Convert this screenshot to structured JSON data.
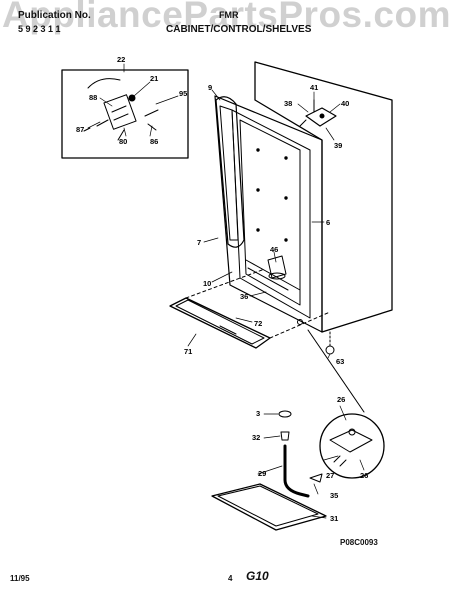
{
  "watermark": "AppliancePartsPros.com",
  "header": {
    "publication_label": "Publication No.",
    "publication_value": "5 9 2 3 1 1",
    "model": "FMR",
    "section_title": "CABINET/CONTROL/SHELVES"
  },
  "part_labels": {
    "p3": "3",
    "p6": "6",
    "p7": "7",
    "p9": "9",
    "p10": "10",
    "p21": "21",
    "p22": "22",
    "p26a": "26",
    "p26b": "26",
    "p27": "27",
    "p29": "29",
    "p31": "31",
    "p32": "32",
    "p35": "35",
    "p36": "36",
    "p38": "38",
    "p39": "39",
    "p40": "40",
    "p41": "41",
    "p46": "46",
    "p63": "63",
    "p71": "71",
    "p72": "72",
    "p80": "80",
    "p86": "86",
    "p87": "87",
    "p88": "88",
    "p95": "95"
  },
  "figure_code": "P08C0093",
  "footer": {
    "date": "11/95",
    "page": "4",
    "code": "G10"
  }
}
